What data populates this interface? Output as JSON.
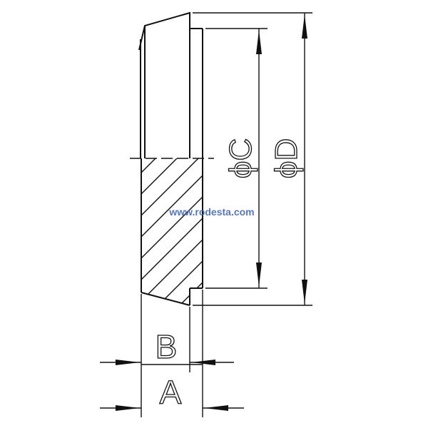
{
  "diagram": {
    "labels": {
      "dim_c": "ϕC",
      "dim_d": "ϕD",
      "dim_b": "B",
      "dim_a": "A"
    },
    "watermark": "www.rodesta.com"
  }
}
